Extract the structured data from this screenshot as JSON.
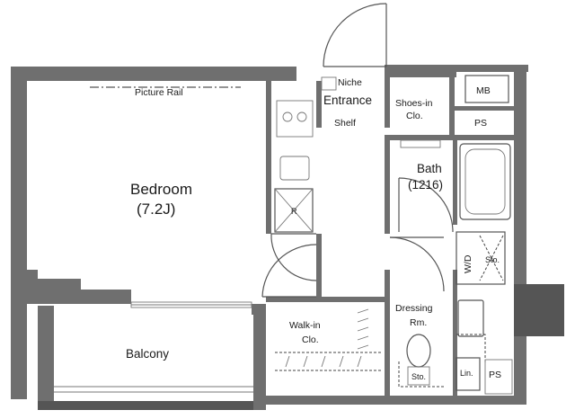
{
  "rooms": {
    "bedroom": "Bedroom",
    "bedroom_size": "(7.2J)",
    "picture_rail": "Picture Rail",
    "balcony": "Balcony",
    "entrance": "Entrance",
    "niche": "Niche",
    "shelf": "Shelf",
    "shoes_in_line1": "Shoes-in",
    "shoes_in_line2": "Clo.",
    "mb": "MB",
    "ps_top": "PS",
    "ps_bottom": "PS",
    "bath": "Bath",
    "bath_size": "(1216)",
    "wd": "W/D",
    "sto_wd": "Sto.",
    "dressing_line1": "Dressing",
    "dressing_line2": "Rm.",
    "walkin_line1": "Walk-in",
    "walkin_line2": "Clo.",
    "sto_bottom": "Sto.",
    "lin": "Lin.",
    "fridge": "R"
  }
}
